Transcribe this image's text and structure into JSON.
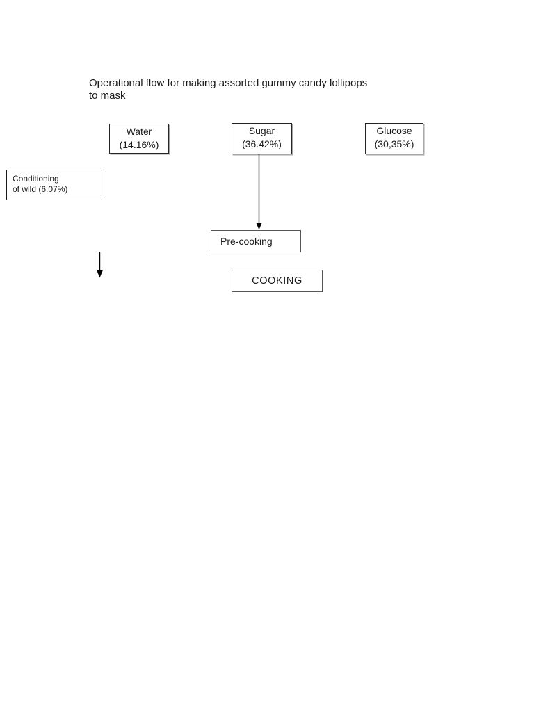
{
  "title": {
    "line1": "Operational flow for making assorted gummy candy lollipops",
    "line2": "to mask"
  },
  "nodes": {
    "water": {
      "name": "Water",
      "value": "(14.16%)"
    },
    "sugar": {
      "name": "Sugar",
      "value": "(36.42%)"
    },
    "glucose": {
      "name": "Glucose",
      "value": "(30,35%)"
    },
    "conditioning": {
      "line1": "Conditioning",
      "line2": "of wild (6.07%)"
    },
    "precooking": {
      "label": "Pre-cooking"
    },
    "cooking": {
      "label": "COOKING"
    }
  },
  "arrows": [
    {
      "id": "sugar-to-precooking",
      "direction": "down"
    },
    {
      "id": "conditioning-down",
      "direction": "down"
    }
  ],
  "colors": {
    "background": "#ffffff",
    "text": "#1a1a1a",
    "ingredient_border": "#262626",
    "ingredient_shadow": "#a6a6a6",
    "process_border": "#575757",
    "arrow": "#000000"
  }
}
